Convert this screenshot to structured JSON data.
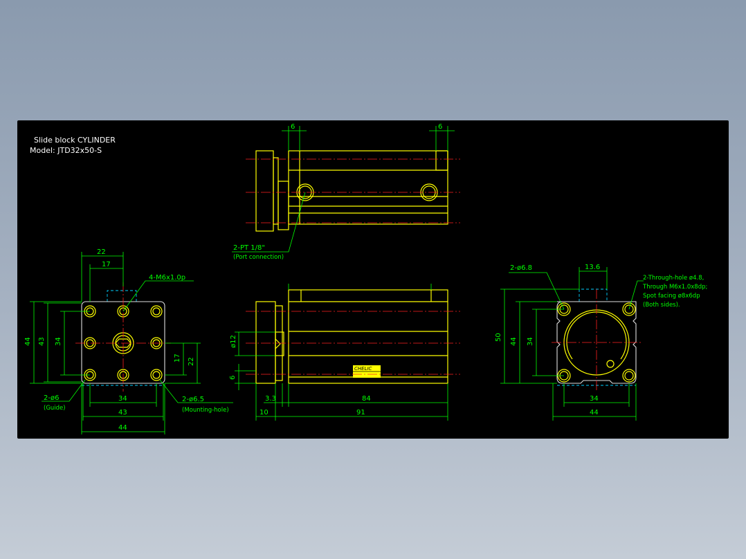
{
  "title": {
    "line1": "Slide block CYLINDER",
    "line2": "Model:  JTD32x50-S"
  },
  "top_view": {
    "dim_left": "6",
    "dim_right": "6",
    "port_label": "2-PT 1/8\"",
    "port_note": "(Port connection)"
  },
  "left_view": {
    "dim_22": "22",
    "dim_17_top": "17",
    "tap_label": "4-M6x1.0p",
    "dim_44_v": "44",
    "dim_43_v": "43",
    "dim_34_v": "34",
    "dim_17_v": "17",
    "dim_22_v": "22",
    "guide_label": "2-ø6",
    "guide_note": "(Guide)",
    "mount_label": "2-ø6.5",
    "mount_note": "(Mounting-hole)",
    "dim_34_h": "34",
    "dim_43_h": "43",
    "dim_44_h": "44"
  },
  "front_view": {
    "dim_dia12": "ø12",
    "dim_6": "6",
    "dim_3_3": "3.3",
    "dim_84": "84",
    "dim_10": "10",
    "dim_91": "91",
    "brand": "CHELIC"
  },
  "right_view": {
    "dim_dia6_8": "2-ø6.8",
    "dim_13_6": "13.6",
    "note_line1": "2-Through-hole ø4.8,",
    "note_line2": "Through M6x1.0x8dp;",
    "note_line3": "Spot facing ø8x6dp",
    "note_line4": "(Both sides).",
    "dim_50_v": "50",
    "dim_44_v": "44",
    "dim_34_v": "34",
    "dim_34_h": "34",
    "dim_44_h": "44"
  },
  "colors": {
    "background": "#000000",
    "outline": "#ffff00",
    "dimension": "#00ff00",
    "centerline": "#ff2020",
    "hidden": "#00d0ff",
    "title": "#ffffff"
  }
}
